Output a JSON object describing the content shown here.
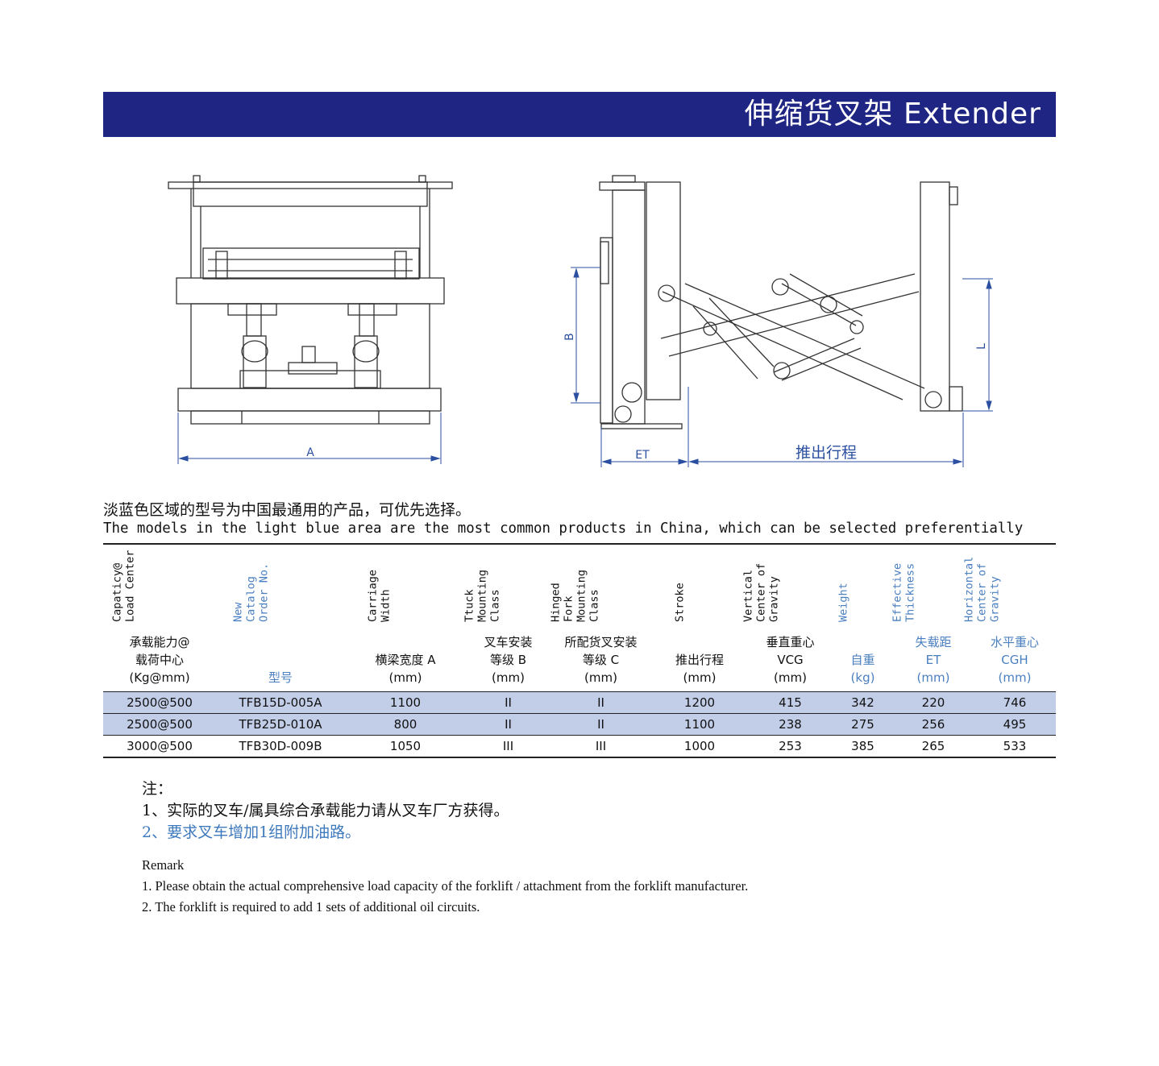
{
  "header": {
    "title": "伸缩货叉架 Extender",
    "banner_color": "#1f2583"
  },
  "drawing": {
    "label_A": "A",
    "label_B": "B",
    "label_ET": "ET",
    "label_stroke": "推出行程",
    "label_L": "L"
  },
  "notice": {
    "cn": "淡蓝色区域的型号为中国最通用的产品，可优先选择。",
    "en": "The models in the light blue area are the most common products in China, which can be selected preferentially"
  },
  "table": {
    "highlight_color": "#c2cde8",
    "accent_text_color": "#4a7fc0",
    "columns": [
      {
        "en": "Capaticy@\nLoad Center",
        "cn": "承载能力@\n载荷中心\n(Kg@mm)",
        "blue": false
      },
      {
        "en": "New\nCatalog\nOrder No.",
        "cn": "型号",
        "blue": true
      },
      {
        "en": "Carriage\nWidth",
        "cn": "横梁宽度 A\n(mm)",
        "blue": false
      },
      {
        "en": "Ttuck\nMounting\nClass",
        "cn": "叉车安装\n等级 B\n(mm)",
        "blue": false
      },
      {
        "en": "Hinged\nFork\nMounting\nClass",
        "cn": "所配货叉安装\n等级 C\n(mm)",
        "blue": false
      },
      {
        "en": "Stroke",
        "cn": "推出行程\n(mm)",
        "blue": false
      },
      {
        "en": "Vertical\nCenter of\nGravity",
        "cn": "垂直重心\nVCG\n(mm)",
        "blue": false
      },
      {
        "en": "Weight",
        "cn": "自重\n(kg)",
        "blue": true
      },
      {
        "en": "Effective\nThickness",
        "cn": "失载距\nET\n(mm)",
        "blue": true
      },
      {
        "en": "Horizontal\nCenter of\nGravity",
        "cn": "水平重心\nCGH\n(mm)",
        "blue": true
      }
    ],
    "rows": [
      {
        "highlight": true,
        "cells": [
          "2500@500",
          "TFB15D-005A",
          "1100",
          "II",
          "II",
          "1200",
          "415",
          "342",
          "220",
          "746"
        ]
      },
      {
        "highlight": true,
        "cells": [
          "2500@500",
          "TFB25D-010A",
          "800",
          "II",
          "II",
          "1100",
          "238",
          "275",
          "256",
          "495"
        ]
      },
      {
        "highlight": false,
        "cells": [
          "3000@500",
          "TFB30D-009B",
          "1050",
          "III",
          "III",
          "1000",
          "253",
          "385",
          "265",
          "533"
        ]
      }
    ]
  },
  "notes": {
    "title": "注：",
    "item1": "1、实际的叉车/属具综合承载能力请从叉车厂方获得。",
    "item2": "2、要求叉车增加1组附加油路。"
  },
  "remarks": {
    "title": "Remark",
    "item1": "1. Please obtain the actual comprehensive load capacity of the forklift / attachment from the forklift manufacturer.",
    "item2": "2. The forklift is required to add 1 sets of additional oil circuits."
  }
}
